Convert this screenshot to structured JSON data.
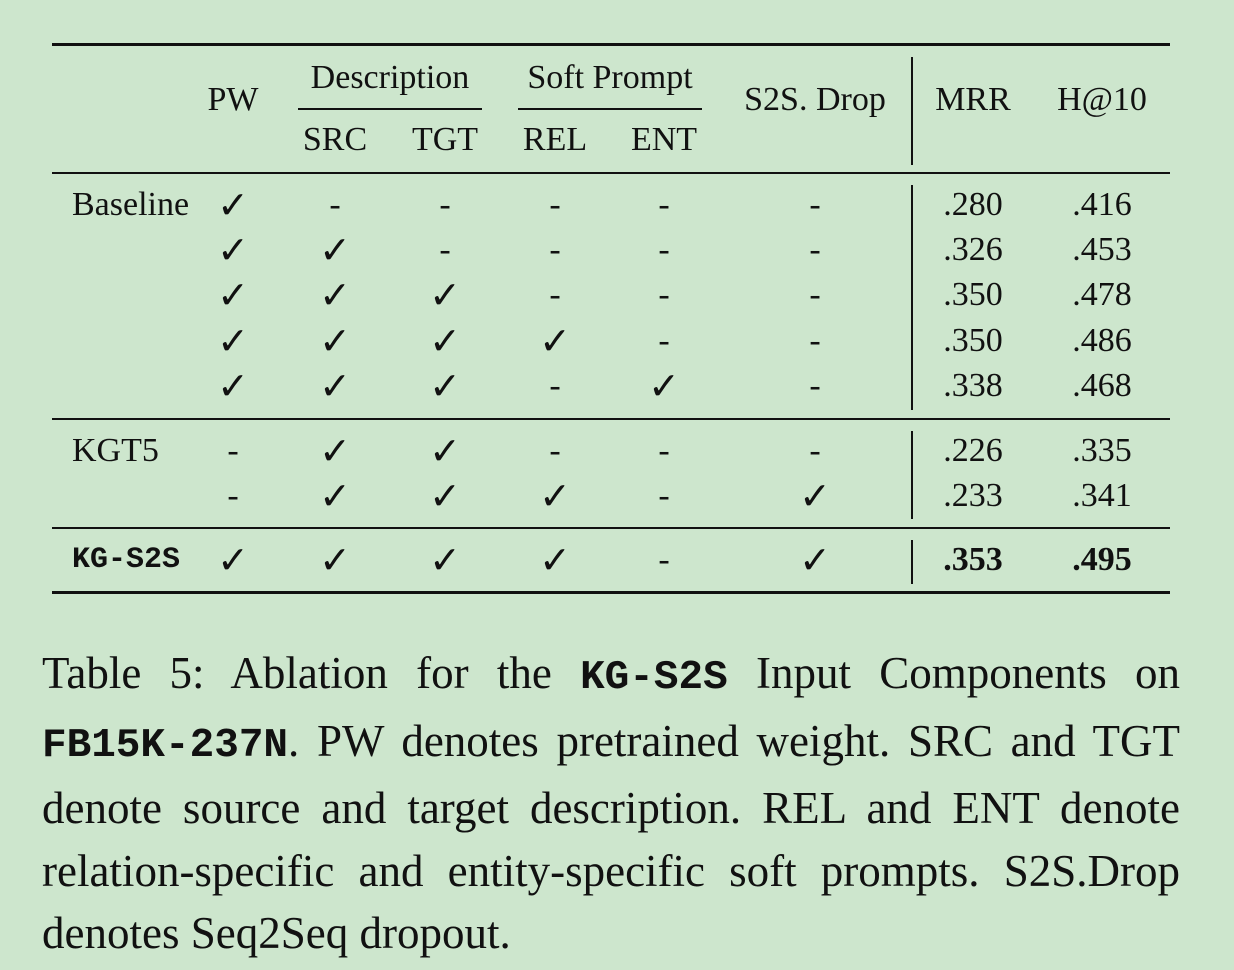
{
  "header": {
    "pw": "PW",
    "description": "Description",
    "src": "SRC",
    "tgt": "TGT",
    "soft_prompt": "Soft Prompt",
    "rel": "REL",
    "ent": "ENT",
    "s2s_drop": "S2S. Drop",
    "mrr": "MRR",
    "h10": "H@10"
  },
  "groups": [
    {
      "name": "Baseline",
      "rows": [
        [
          "✓",
          "-",
          "-",
          "-",
          "-",
          "-",
          ".280",
          ".416"
        ],
        [
          "✓",
          "✓",
          "-",
          "-",
          "-",
          "-",
          ".326",
          ".453"
        ],
        [
          "✓",
          "✓",
          "✓",
          "-",
          "-",
          "-",
          ".350",
          ".478"
        ],
        [
          "✓",
          "✓",
          "✓",
          "✓",
          "-",
          "-",
          ".350",
          ".486"
        ],
        [
          "✓",
          "✓",
          "✓",
          "-",
          "✓",
          "-",
          ".338",
          ".468"
        ]
      ]
    },
    {
      "name": "KGT5",
      "rows": [
        [
          "-",
          "✓",
          "✓",
          "-",
          "-",
          "-",
          ".226",
          ".335"
        ],
        [
          "-",
          "✓",
          "✓",
          "✓",
          "-",
          "✓",
          ".233",
          ".341"
        ]
      ]
    },
    {
      "name": "KG-S2S",
      "rows": [
        [
          "✓",
          "✓",
          "✓",
          "✓",
          "-",
          "✓",
          ".353",
          ".495"
        ]
      ]
    }
  ],
  "caption": {
    "p1": "Table 5: Ablation for the ",
    "m1": "KG-S2S",
    "p2": " Input Components on ",
    "m2": "FB15K-237N",
    "p3": ". PW denotes pretrained weight. SRC and TGT denote source and target description. REL and ENT denote relation-specific and entity-specific soft prompts. S2S.Drop denotes Seq2Seq dropout."
  }
}
